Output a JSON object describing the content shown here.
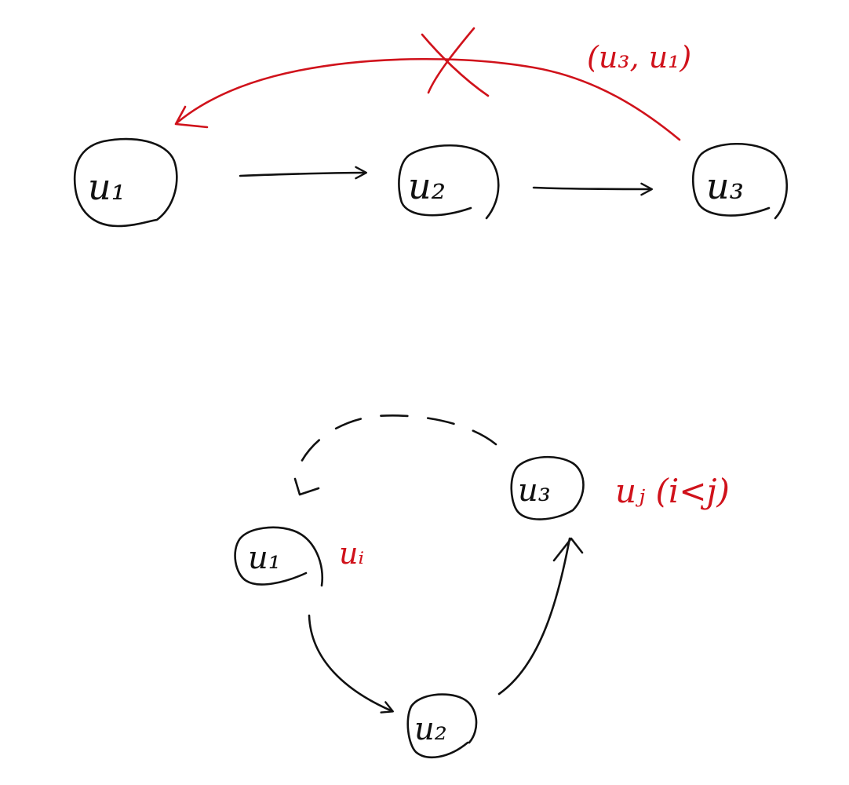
{
  "colors": {
    "ink": "#111111",
    "accent": "#d0121b",
    "background": "#ffffff"
  },
  "top_diagram": {
    "nodes": [
      {
        "label": "u₁"
      },
      {
        "label": "u₂"
      },
      {
        "label": "u₃"
      }
    ],
    "removed_edge_label": "(u₃, u₁)"
  },
  "bottom_diagram": {
    "nodes": [
      {
        "label": "u₁"
      },
      {
        "label": "u₂"
      },
      {
        "label": "u₃"
      }
    ],
    "label_ui": "uᵢ",
    "label_uj": "uⱼ (i<j)"
  }
}
